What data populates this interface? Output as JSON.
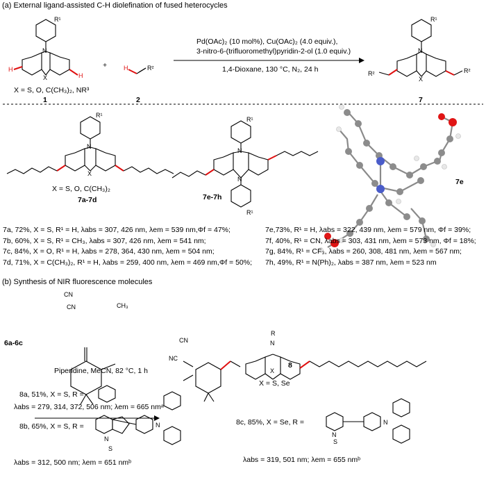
{
  "section_a": {
    "heading": "(a) External ligand-assisted C-H  diolefination of fused heterocycles",
    "substrate_x": "X = S, O,  C(CH₃)₂, NR³",
    "r1": "R¹",
    "r2": "R²",
    "atom_N": "N",
    "atom_X": "X",
    "atom_H": "H",
    "plus": "+",
    "cond_line1": "Pd(OAc)₂ (10 mol%), Cu(OAc)₂ (4.0 equiv.),",
    "cond_line2": "3-nitro-6-(trifluoromethyl)pyridin-2-ol (1.0 equiv.)",
    "cond_line3": "1,4-Dioxane, 130 °C, N₂, 24 h",
    "label_1": "1",
    "label_2": "2",
    "label_7": "7",
    "x_7a": "X = S, O,  C(CH₃)₂",
    "label_7a7d": "7a-7d",
    "label_7e7h": "7e-7h",
    "label_7e": "7e",
    "results_left": [
      "7a, 72%, X = S, R¹ = H, λabs = 307, 426 nm, λem = 539 nm,Φf = 47%;",
      "7b, 60%,  X = S, R¹ = CH₃, λabs = 307, 426 nm, λem = 541 nm;",
      "7c, 84%, X = O, R¹ = H, λabs = 278, 364, 430 nm, λem = 504 nm;",
      "7d, 71%, X = C(CH₃)₂, R¹ = H, λabs =  259, 400 nm, λem = 469 nm,Φf = 50%;"
    ],
    "results_right": [
      "7e,73%, R¹ = H, λabs =  322, 439  nm, λem = 579 nm,  Φf = 39%;",
      "7f, 40%, R¹ = CN, λabs = 303, 431 nm, λem = 573 nm,  Φf = 18%;",
      "7g, 84%, R¹ = CF₃, λabs = 260, 308, 481 nm, λem = 567 nm;",
      "7h, 49%, R¹ = N(Ph)₂, λabs = 387 nm, λem = 523 nm"
    ]
  },
  "section_b": {
    "heading": "(b) Synthesis of NIR fluorescence molecules",
    "sm": "6a-6c",
    "cn": "CN",
    "ch3": "CH₃",
    "nc": "NC",
    "cond": "Piperidine, MeCN, 82 °C, 1 h",
    "atom_N": "N",
    "atom_R": "R",
    "atom_X": "X",
    "label_8": "8",
    "x_8": "X = S, Se",
    "item_8a": "8a, 51%,  X = S, R =",
    "item_8a_data": "λabs = 279, 314, 372, 506 nm; λem = 665 nmᵃ",
    "item_8b": "8b, 65%,  X = S, R =",
    "item_8b_data": "λabs = 312, 500 nm; λem = 651 nmᵇ",
    "item_8c": "8c, 85%,  X = Se, R =",
    "item_8c_data": "λabs = 319, 501 nm; λem = 655 nmᵇ",
    "btd_N": "N",
    "btd_S": "S"
  }
}
